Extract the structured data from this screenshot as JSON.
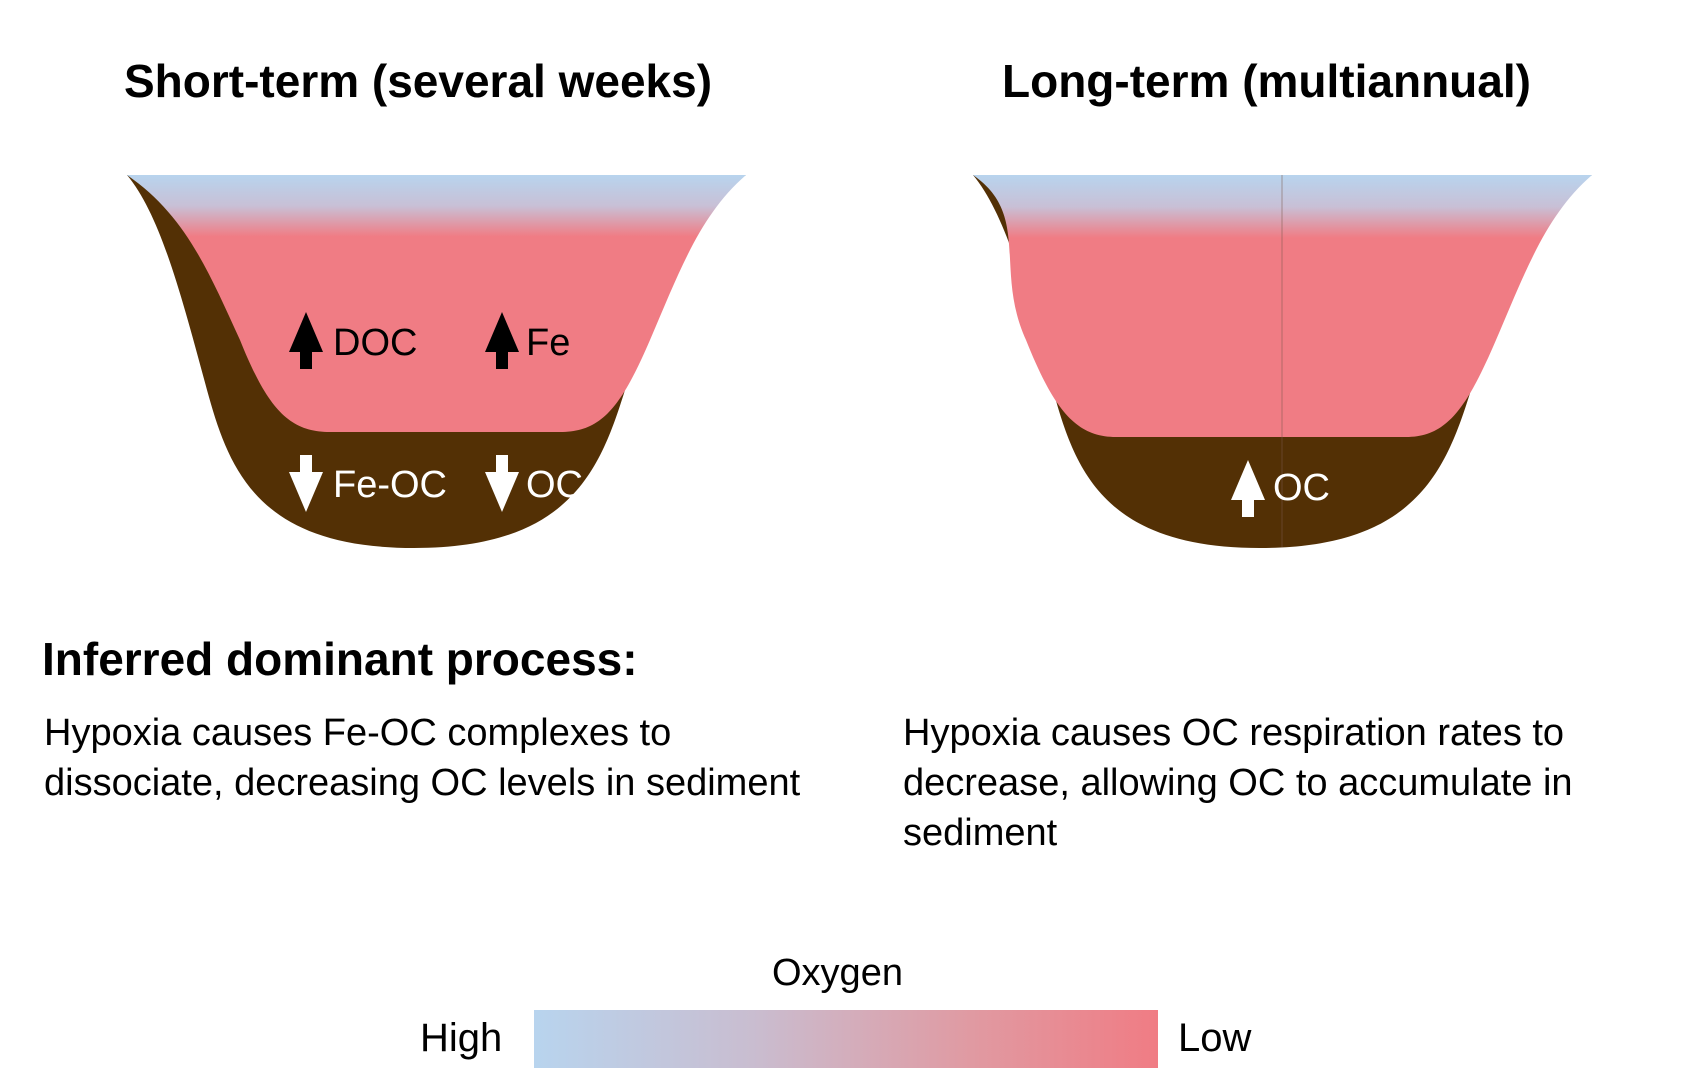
{
  "panels": {
    "left": {
      "title": "Short-term (several weeks)",
      "water_labels": [
        "DOC",
        "Fe"
      ],
      "sediment_labels": [
        "Fe-OC",
        "OC"
      ],
      "description": "Hypoxia causes Fe-OC complexes to dissociate, decreasing OC levels in sediment"
    },
    "right": {
      "title": "Long-term (multiannual)",
      "sediment_labels": [
        "OC"
      ],
      "description": "Hypoxia causes OC respiration rates to decrease, allowing OC to accumulate in sediment"
    }
  },
  "process_heading": "Inferred dominant process:",
  "legend": {
    "title": "Oxygen",
    "high_label": "High",
    "low_label": "Low"
  },
  "colors": {
    "sediment": "#533005",
    "high_oxygen": "#b8d4ee",
    "low_oxygen": "#f07c84",
    "up_arrow_water": "#000000",
    "arrow_sediment": "#ffffff"
  }
}
